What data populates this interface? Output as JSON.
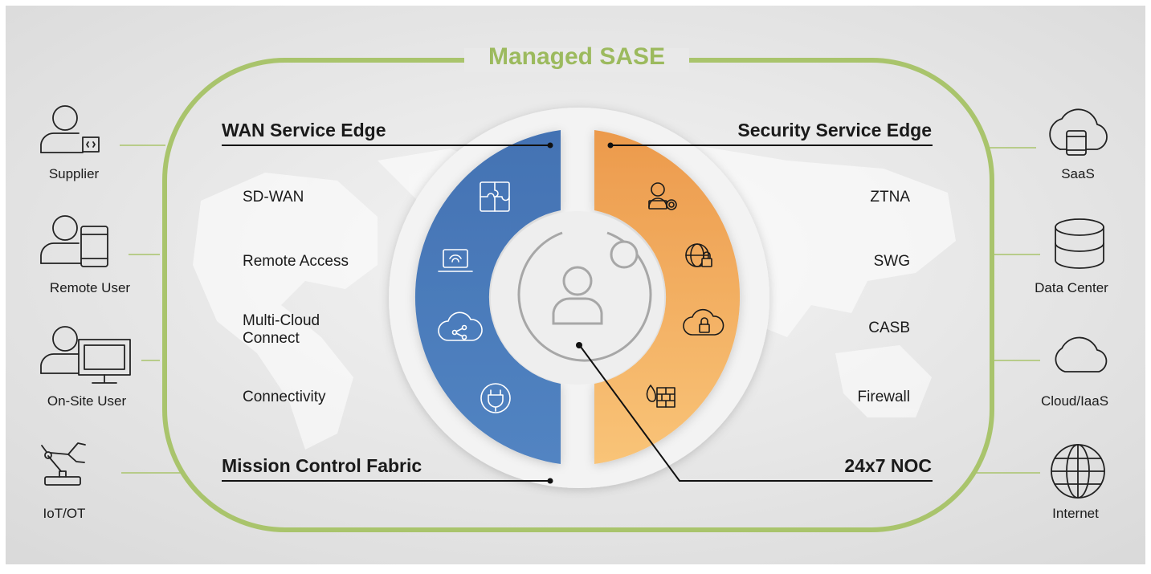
{
  "title": "Managed SASE",
  "left_entities": [
    {
      "label": "Supplier",
      "icon": "supplier-icon"
    },
    {
      "label": "Remote User",
      "icon": "remote-user-icon"
    },
    {
      "label": "On-Site User",
      "icon": "on-site-user-icon"
    },
    {
      "label": "IoT/OT",
      "icon": "robot-arm-icon"
    }
  ],
  "right_entities": [
    {
      "label": "SaaS",
      "icon": "cloud-device-icon"
    },
    {
      "label": "Data Center",
      "icon": "database-icon"
    },
    {
      "label": "Cloud/IaaS",
      "icon": "cloud-icon"
    },
    {
      "label": "Internet",
      "icon": "globe-icon"
    }
  ],
  "wan": {
    "heading": "WAN Service Edge",
    "items": [
      {
        "line1": "SD-WAN",
        "line2": ""
      },
      {
        "line1": "Remote Access",
        "line2": ""
      },
      {
        "line1": "Multi-Cloud",
        "line2": "Connect"
      },
      {
        "line1": "Connectivity",
        "line2": ""
      }
    ]
  },
  "sse": {
    "heading": "Security Service Edge",
    "items": [
      "ZTNA",
      "SWG",
      "CASB",
      "Firewall"
    ]
  },
  "bottom_left_heading": "Mission Control Fabric",
  "bottom_right_heading": "24x7 NOC",
  "colors": {
    "accent_green": "#a9c46c",
    "title_green": "#9cba5e",
    "wan_blue": "#4a78b5",
    "sse_orange": "#f0a85c",
    "background_gray": "#e4e4e4"
  }
}
